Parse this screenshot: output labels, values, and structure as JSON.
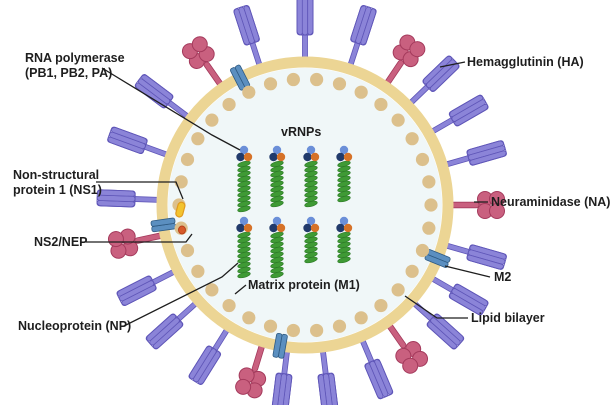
{
  "title": "Influenza A virus virion structure",
  "labels": {
    "rna_polymerase": [
      "RNA polymerase",
      "(PB1, PB2, PA)"
    ],
    "hemagglutinin": "Hemagglutinin (HA)",
    "vrnps": "vRNPs",
    "ns1": [
      "Non-structural",
      "protein 1 (NS1)"
    ],
    "neuraminidase": "Neuraminidase (NA)",
    "ns2": "NS2/NEP",
    "m2": "M2",
    "matrix": "Matrix protein (M1)",
    "nucleoprotein": "Nucleoprotein (NP)",
    "lipid": "Lipid bilayer"
  },
  "colors": {
    "hemagglutinin": "#8b84d8",
    "hemagglutinin_stroke": "#5f56b8",
    "neuraminidase": "#c9607f",
    "neuraminidase_stroke": "#a43a5c",
    "m2": "#5b8fc0",
    "m2_dark": "#2e5a82",
    "lipid": "#ecd594",
    "matrix": "#dcc08c",
    "interior": "#f0f7f8",
    "rna_helix": "#3f9a35",
    "pb1": "#6b8fd8",
    "pb2": "#213a6b",
    "pa": "#d67228",
    "ns1": "#f2c32f",
    "ns2": "#d65a2a",
    "leader": "#1e1e1e"
  },
  "vrnp_count": 8
}
